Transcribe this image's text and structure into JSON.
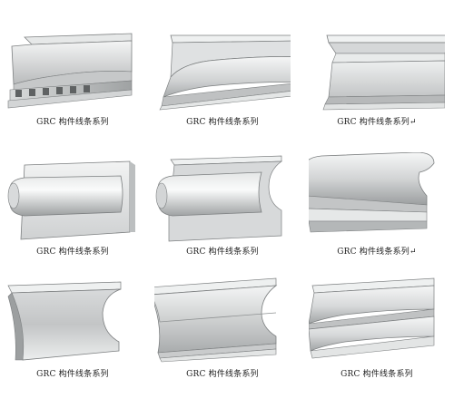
{
  "panels": [
    {
      "caption": "GRC 构件线条系列",
      "shape": "dentil-cornice"
    },
    {
      "caption": "GRC 构件线条系列",
      "shape": "ogee-cornice"
    },
    {
      "caption": "GRC 构件线条系列↵",
      "shape": "flat-stepped-cornice"
    },
    {
      "caption": "GRC 构件线条系列",
      "shape": "convex-torus-flat"
    },
    {
      "caption": "GRC 构件线条系列",
      "shape": "convex-with-hook"
    },
    {
      "caption": "GRC 构件线条系列↵",
      "shape": "scroll-stepped"
    },
    {
      "caption": "GRC 构件线条系列",
      "shape": "concave-cove"
    },
    {
      "caption": "GRC 构件线条系列",
      "shape": "cove-with-bands"
    },
    {
      "caption": "GRC 构件线条系列",
      "shape": "double-ogee-stepped"
    }
  ],
  "colors": {
    "stone_light": "#f2f3f3",
    "stone_mid": "#c9cbcc",
    "stone_dark": "#8d9091",
    "edge": "#6f7273"
  }
}
